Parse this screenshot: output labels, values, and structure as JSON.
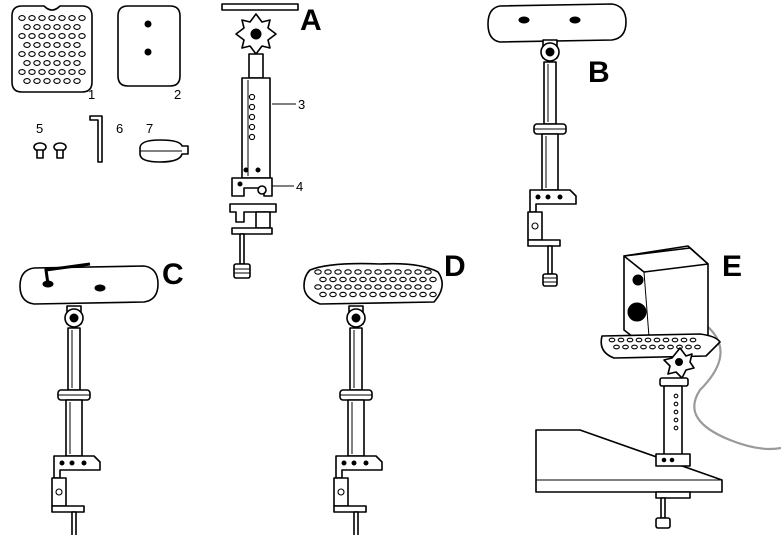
{
  "parts": {
    "perforated_plate": "1",
    "solid_plate": "2",
    "pole": "3",
    "clamp": "4",
    "screws": "5",
    "hex_key": "6",
    "cable_ring": "7"
  },
  "steps": {
    "a": "A",
    "b": "B",
    "c": "C",
    "d": "D",
    "e": "E"
  },
  "colors": {
    "line": "#000000",
    "background": "#ffffff",
    "cable": "#9a9a9a"
  }
}
